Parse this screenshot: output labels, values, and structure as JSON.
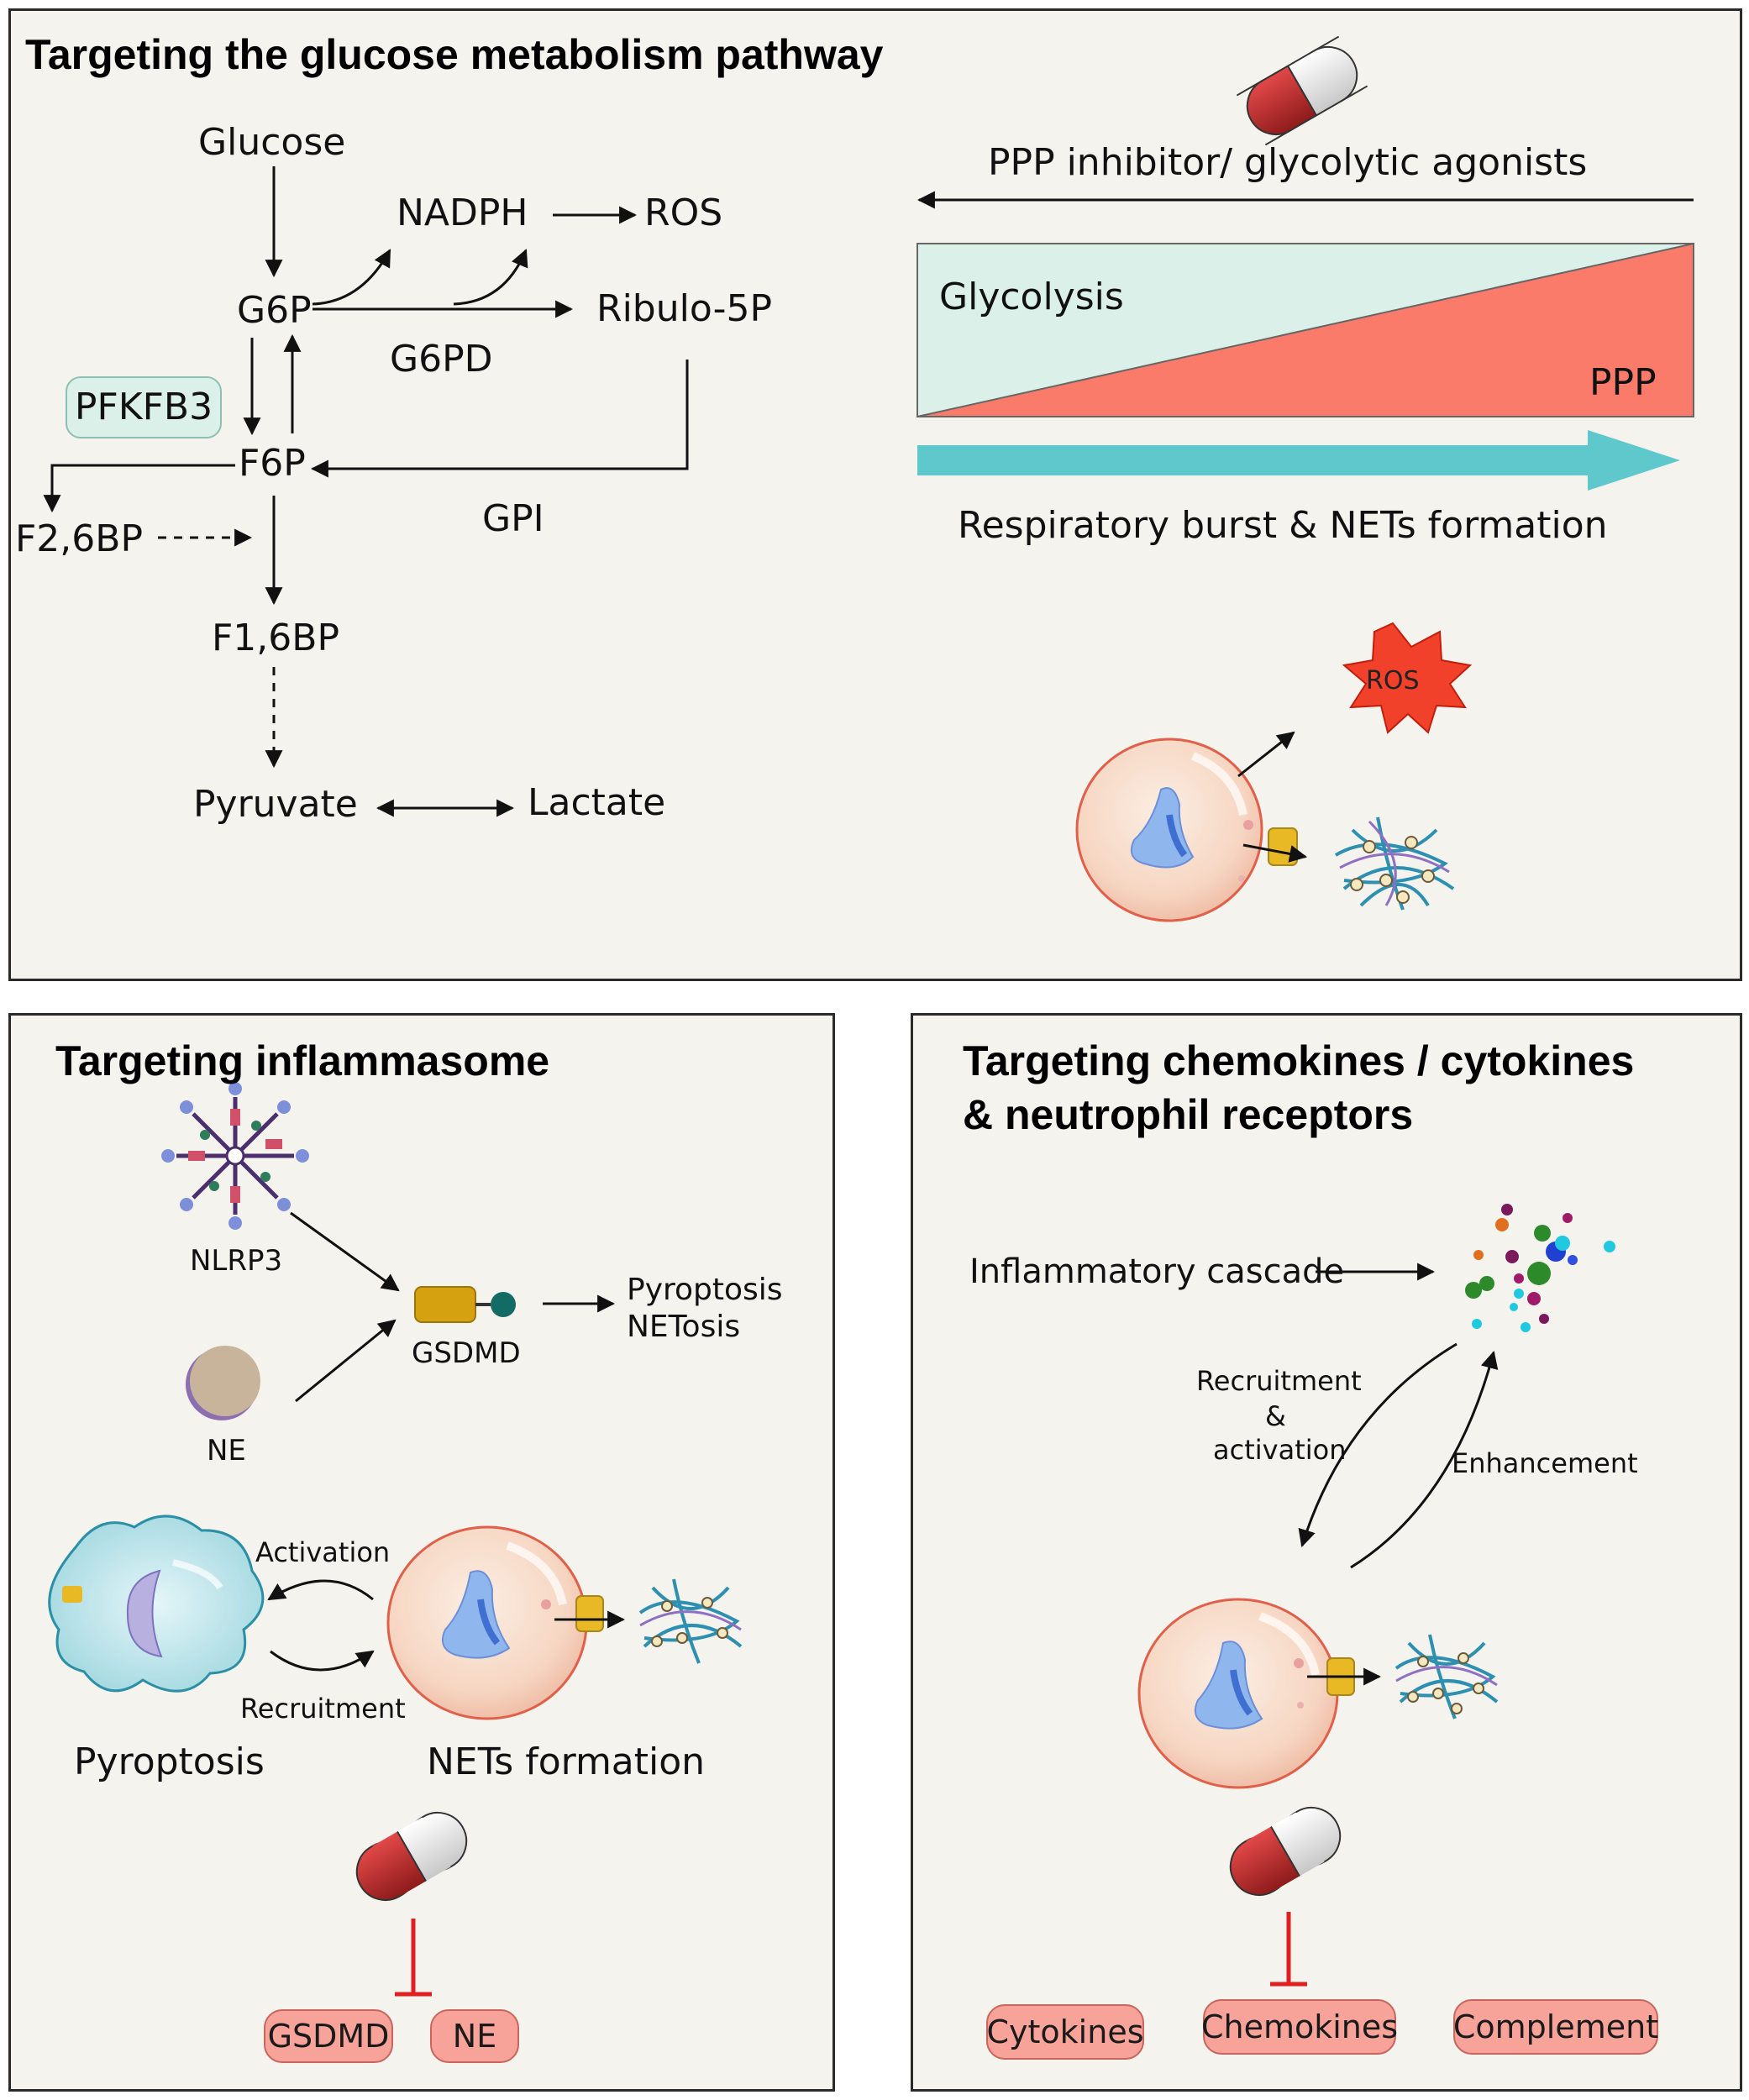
{
  "panels": {
    "glucose": {
      "title": "Targeting the glucose metabolism pathway",
      "nodes": {
        "glucose": "Glucose",
        "nadph": "NADPH",
        "ros": "ROS",
        "g6p": "G6P",
        "ribulo": "Ribulo-5P",
        "g6pd": "G6PD",
        "pfkfb3": "PFKFB3",
        "f6p": "F6P",
        "gpi": "GPI",
        "f26bp": "F2,6BP",
        "f16bp": "F1,6BP",
        "pyruvate": "Pyruvate",
        "lactate": "Lactate"
      },
      "drug_label": "PPP inhibitor/ glycolytic agonists",
      "glycolysis_label": "Glycolysis",
      "ppp_label": "PPP",
      "burst_label": "Respiratory burst & NETs formation",
      "ros_burst": "ROS",
      "colors": {
        "glycolysis": "#dcf0ea",
        "ppp": "#fb7b6b",
        "arrow": "#5fc8cc",
        "ros": "#f2412a"
      }
    },
    "inflammasome": {
      "title": "Targeting inflammasome",
      "nlrp3": "NLRP3",
      "ne": "NE",
      "gsdmd": "GSDMD",
      "outcome_1": "Pyroptosis",
      "outcome_2": "NETosis",
      "activation": "Activation",
      "recruitment": "Recruitment",
      "pyroptosis": "Pyroptosis",
      "nets_formation": "NETs formation",
      "targets": [
        "GSDMD",
        "NE"
      ]
    },
    "chemokines": {
      "title_line1": "Targeting chemokines / cytokines",
      "title_line2": "& neutrophil receptors",
      "cascade": "Inflammatory cascade",
      "recruit_1": "Recruitment",
      "recruit_2": "&",
      "recruit_3": "activation",
      "enhancement": "Enhancement",
      "targets": [
        "Cytokines",
        "Chemokines",
        "Complement"
      ]
    }
  }
}
